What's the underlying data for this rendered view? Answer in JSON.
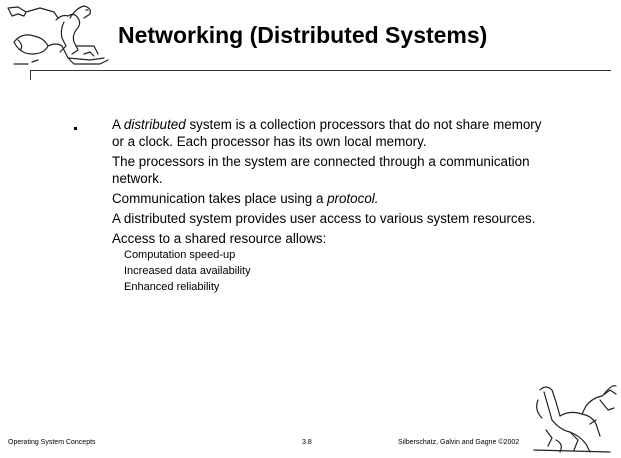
{
  "title": "Networking (Distributed Systems)",
  "content": {
    "paragraph1_before": "A ",
    "paragraph1_italic": "distributed",
    "paragraph1_after": " system is a collection processors that do not share memory or a clock.  Each processor has its own local memory.",
    "paragraph2": "The processors in the system are connected through a communication network.",
    "paragraph3_before": "Communication takes place using a ",
    "paragraph3_italic": "protocol.",
    "paragraph4": "A distributed system provides user access to various system resources.",
    "paragraph5": "Access to a shared resource allows:",
    "sub_items": [
      "Computation speed-up",
      "Increased data availability",
      "Enhanced reliability"
    ]
  },
  "footer": {
    "left": "Operating System Concepts",
    "center": "3.8",
    "right": "Silberschatz, Galvin and  Gagne ©2002"
  },
  "icons": {
    "top_left": "dinosaur-logo-icon",
    "bottom_right": "dinosaur-logo-icon"
  }
}
